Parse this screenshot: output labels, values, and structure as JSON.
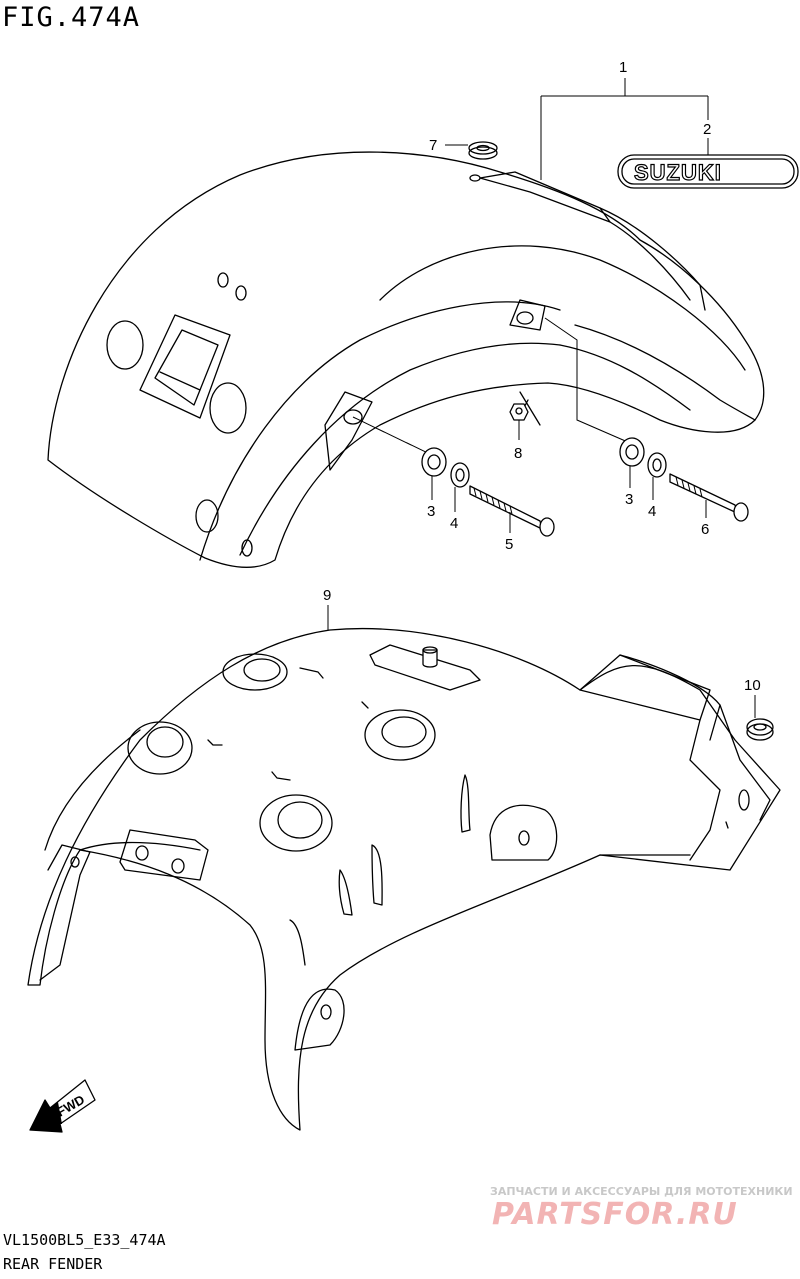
{
  "figure": {
    "title": "FIG.474A",
    "model_code": "VL1500BL5_E33_474A",
    "name": "REAR FENDER"
  },
  "parts": {
    "p1": "1",
    "p2": "2",
    "p3a": "3",
    "p3b": "3",
    "p4a": "4",
    "p4b": "4",
    "p5": "5",
    "p6": "6",
    "p7": "7",
    "p8": "8",
    "p9": "9",
    "p10": "10"
  },
  "emblem_text": "SUZUKI",
  "fwd_text": "FWD",
  "watermark": {
    "tagline": "ЗАПЧАСТИ И АКСЕССУАРЫ ДЛЯ МОТОТЕХНИКИ",
    "logo": "PARTSFOR.RU"
  },
  "colors": {
    "line": "#000000",
    "background": "#ffffff",
    "watermark_logo": "#f2b4b4",
    "watermark_text": "#c8c8c8"
  }
}
